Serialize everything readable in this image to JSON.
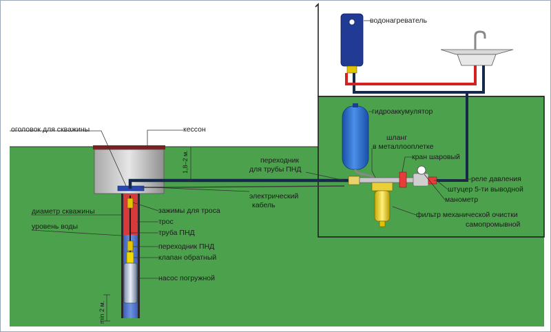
{
  "labels": {
    "water_heater": "водонагреватель",
    "accumulator": "гидроаккумулятор",
    "hose_line1": "шланг",
    "hose_line2": "в металлооплетке",
    "ball_valve": "кран шаровый",
    "pressure_switch": "реле давления",
    "fitting": "штуцер 5-ти выводной",
    "manometer": "манометр",
    "filter_line1": "фильтр механической очистки",
    "filter_line2": "самопромывной",
    "caisson": "кессон",
    "well_head": "оголовок для скважины",
    "adapter_line1": "переходник",
    "adapter_line2": "для трубы ПНД",
    "cable_line1": "электрический",
    "cable_line2": "кабель",
    "well_diameter": "диаметр скважины",
    "water_level": "уровень воды",
    "rope_clamps": "зажимы для троса",
    "rope": "трос",
    "hdpe_pipe": "труба ПНД",
    "hdpe_adapter": "переходник ПНД",
    "check_valve": "клапан обратный",
    "pump": "насос погружной",
    "depth_caisson": "1,8–2 м.",
    "depth_min": "min 2 м."
  },
  "colors": {
    "grass": "#4ca24c",
    "ground_line": "#222222",
    "pipe_blue": "#152a4a",
    "pipe_red": "#d42020",
    "tank_blue": "#2c6ed0",
    "heater_blue": "#213a94",
    "leader": "#333333"
  }
}
